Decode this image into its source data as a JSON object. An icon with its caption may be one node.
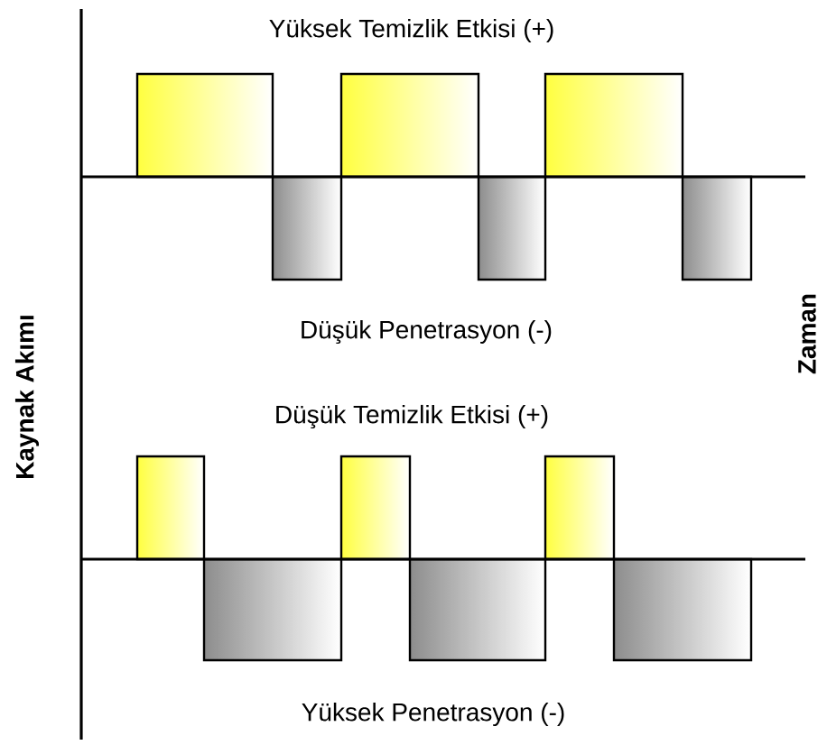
{
  "diagram": {
    "labels": [
      "Yüksek Temizlik Etkisi (+)",
      "Düşük Penetrasyon (-)",
      "Düşük Temizlik Etkisi (+)",
      "Yüksek Penetrasyon (-)",
      "Kaynak Akımı",
      "Zaman"
    ]
  }
}
